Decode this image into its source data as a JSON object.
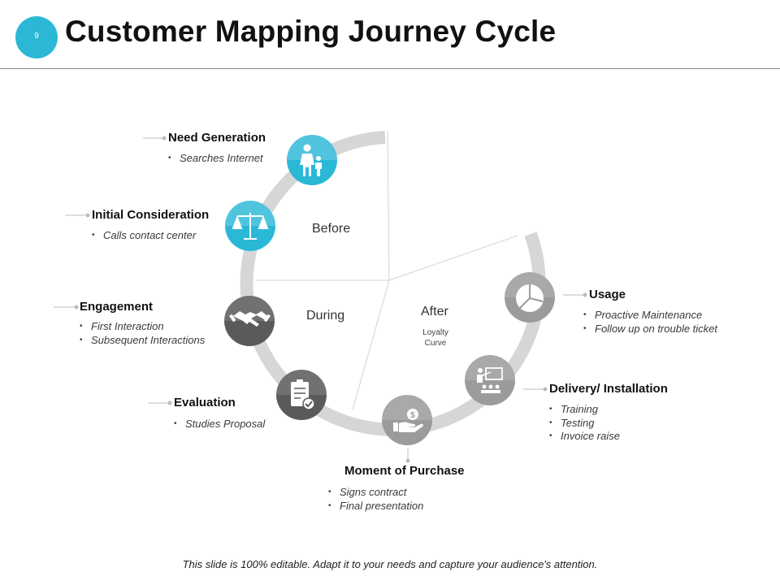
{
  "slide": {
    "number": "9",
    "title": "Customer Mapping Journey Cycle",
    "footer": "This slide is 100% editable. Adapt it to your needs and capture your audience's attention."
  },
  "phases": {
    "before": "Before",
    "during": "During",
    "after": "After",
    "after_sub": "Loyalty\nCurve"
  },
  "stages": [
    {
      "title": "Need Generation",
      "bullets": [
        "Searches Internet"
      ],
      "icon": "family-icon",
      "color": "#2bb8d6"
    },
    {
      "title": "Initial Consideration",
      "bullets": [
        "Calls contact center"
      ],
      "icon": "scales-icon",
      "color": "#2bb8d6"
    },
    {
      "title": "Engagement",
      "bullets": [
        "First Interaction",
        "Subsequent Interactions"
      ],
      "icon": "handshake-icon",
      "color": "#5a5a5a"
    },
    {
      "title": "Evaluation",
      "bullets": [
        "Studies Proposal"
      ],
      "icon": "checklist-icon",
      "color": "#5a5a5a"
    },
    {
      "title": "Moment of Purchase",
      "bullets": [
        "Signs contract",
        "Final presentation"
      ],
      "icon": "money-hand-icon",
      "color": "#9b9b9b"
    },
    {
      "title": "Delivery/ Installation",
      "bullets": [
        "Training",
        "Testing",
        "Invoice raise"
      ],
      "icon": "presentation-icon",
      "color": "#9b9b9b"
    },
    {
      "title": "Usage",
      "bullets": [
        "Proactive Maintenance",
        "Follow up on trouble ticket"
      ],
      "icon": "pie-chart-icon",
      "color": "#9b9b9b"
    }
  ]
}
